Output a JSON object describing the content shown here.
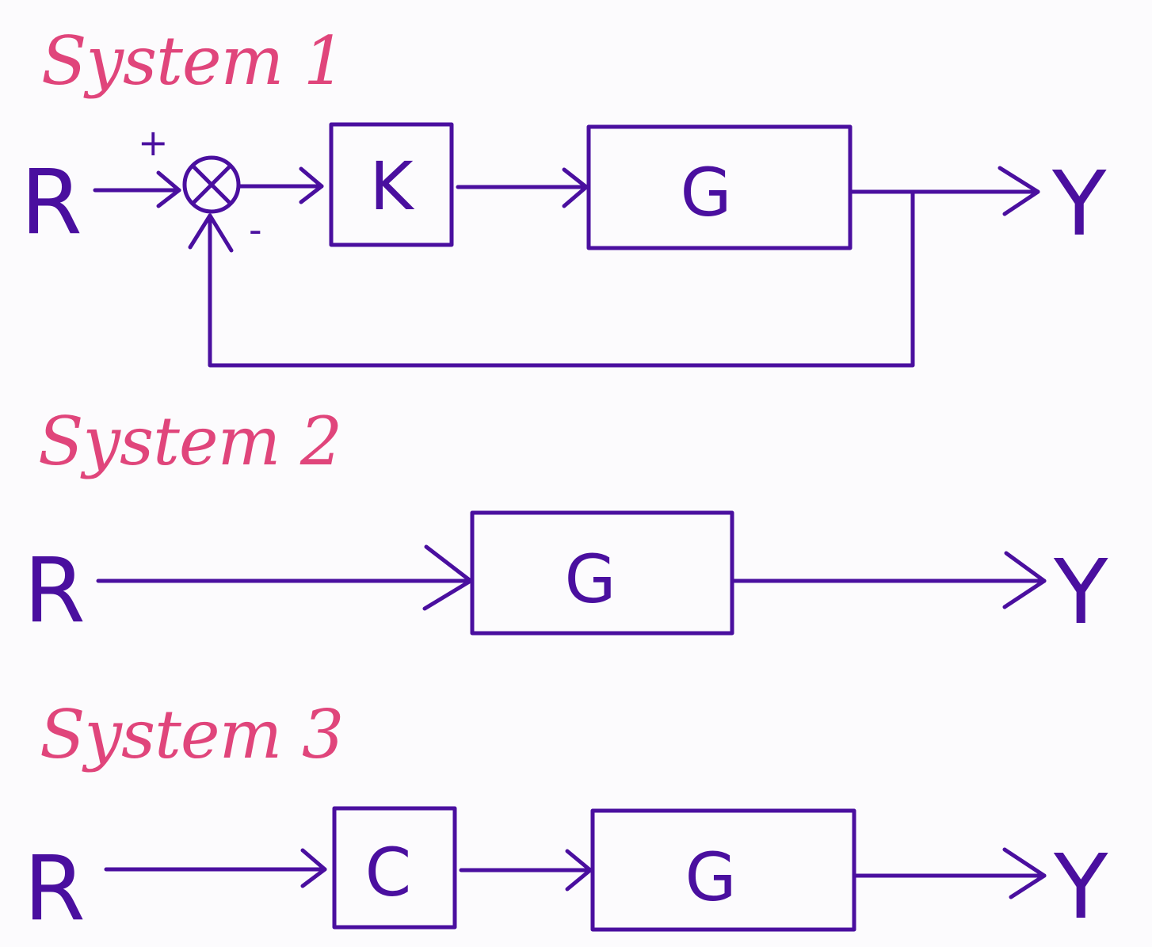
{
  "colors": {
    "title": "#e0457b",
    "ink": "#4a0f9f",
    "background": "#fcfbfd"
  },
  "system1": {
    "title": "System 1",
    "input": "R",
    "output": "Y",
    "plus_sign": "+",
    "minus_sign": "-",
    "block_k": "K",
    "block_g": "G"
  },
  "system2": {
    "title": "System 2",
    "input": "R",
    "output": "Y",
    "block_g": "G"
  },
  "system3": {
    "title": "System 3",
    "input": "R",
    "output": "Y",
    "block_c": "C",
    "block_g": "G"
  }
}
